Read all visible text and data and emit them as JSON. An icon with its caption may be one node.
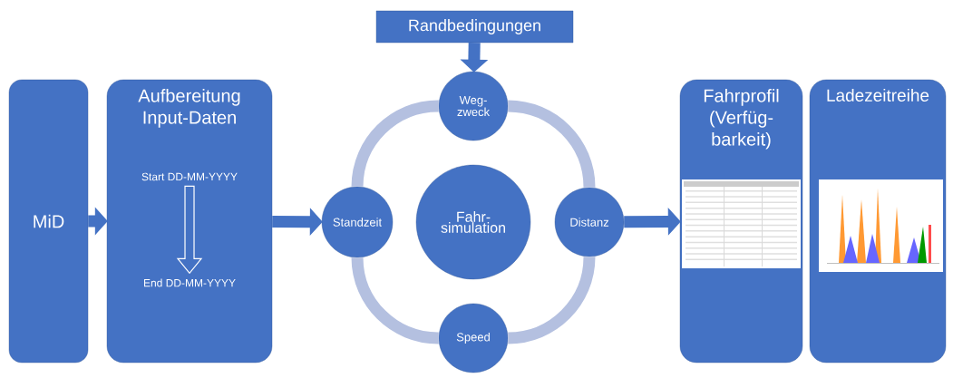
{
  "diagram": {
    "nodes": [
      {
        "text": [
          "MiD"
        ]
      },
      {
        "text": [
          "Aufbereitung Input-Daten"
        ]
      },
      {
        "text": [
          "Start DD-MM-YYYY"
        ],
        "in": 1
      },
      {
        "text": [
          "End DD-MM-YYYY"
        ],
        "in": 1
      },
      {
        "text": [
          "Randbedingungen"
        ]
      },
      {
        "text": [
          "Weg- zweck"
        ]
      },
      {
        "text": [
          "Fahr- simulation"
        ]
      },
      {
        "text": [
          "Distanz"
        ]
      },
      {
        "text": [
          "Speed"
        ]
      },
      {
        "text": [
          "Standzeit"
        ]
      },
      {
        "text": [
          "Fahrprofil (Verfüg- barkeit)"
        ]
      },
      {
        "text": [
          "Ladezeitreihe"
        ]
      }
    ],
    "edges": [
      {
        "from": 0,
        "to": 1,
        "arrow": "to"
      },
      {
        "from": 2,
        "to": 3,
        "arrow": "to",
        "color": "#ffffff"
      },
      {
        "from": 1,
        "to": 9,
        "arrow": "to"
      },
      {
        "from": 4,
        "to": 5,
        "arrow": "to"
      },
      {
        "from": 7,
        "to": 10,
        "arrow": "to"
      },
      {
        "from": 5,
        "to": 7,
        "arrow": "none",
        "color": "#b4c0e0"
      },
      {
        "from": 7,
        "to": 8,
        "arrow": "none",
        "color": "#b4c0e0"
      },
      {
        "from": 8,
        "to": 9,
        "arrow": "none",
        "color": "#b4c0e0"
      },
      {
        "from": 9,
        "to": 5,
        "arrow": "none",
        "color": "#b4c0e0"
      }
    ]
  }
}
